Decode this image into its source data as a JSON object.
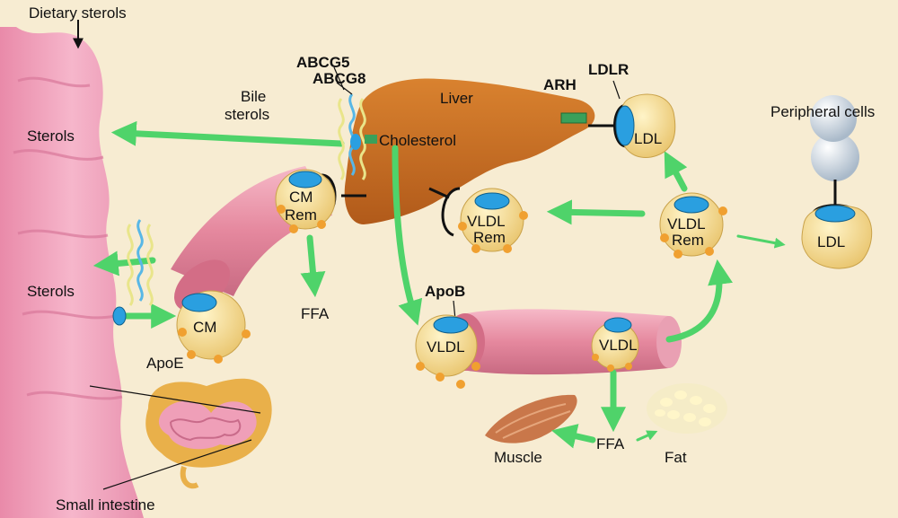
{
  "labels": {
    "dietary_sterols": "Dietary sterols",
    "abcg5": "ABCG5",
    "abcg8": "ABCG8",
    "bile_sterols_1": "Bile",
    "bile_sterols_2": "sterols",
    "sterols_top": "Sterols",
    "sterols_mid": "Sterols",
    "liver": "Liver",
    "cholesterol": "Cholesterol",
    "arh": "ARH",
    "ldlr": "LDLR",
    "ldl_liver": "LDL",
    "peripheral_cells": "Peripheral cells",
    "ldl_peripheral": "LDL",
    "cm_rem_1": "CM",
    "cm_rem_2": "Rem",
    "ffa_left": "FFA",
    "cm": "CM",
    "apoe": "ApoE",
    "vldl_rem_left_1": "VLDL",
    "vldl_rem_left_2": "Rem",
    "vldl_rem_right_1": "VLDL",
    "vldl_rem_right_2": "Rem",
    "apob": "ApoB",
    "vldl_left": "VLDL",
    "vldl_right": "VLDL",
    "ffa_bottom": "FFA",
    "muscle": "Muscle",
    "fat": "Fat",
    "small_intestine": "Small intestine"
  },
  "colors": {
    "background": "#f7ecd2",
    "intestine": "#f0a3bd",
    "liver": "#c86a22",
    "vessel": "#e88fa5",
    "lipoprotein": "#f2d48a",
    "receptor_blue": "#2a9fe0",
    "arrow_green": "#4fd36a",
    "apo_dot": "#f0a030"
  }
}
